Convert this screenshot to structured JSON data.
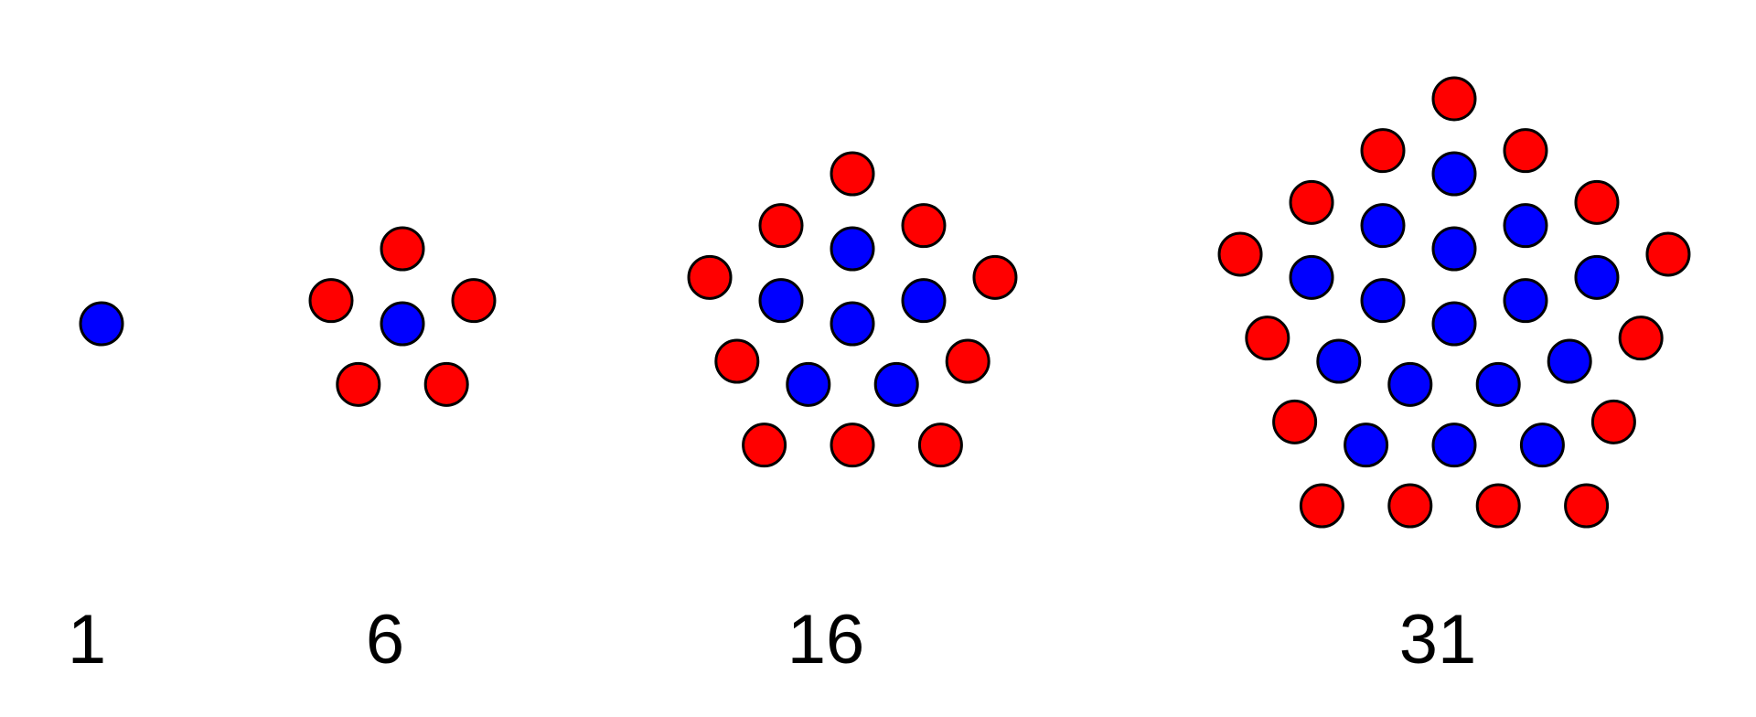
{
  "colors": {
    "outer_dot": "#ff0000",
    "inner_dot": "#0000ff",
    "outline": "#000000",
    "background": "#ffffff"
  },
  "figures": [
    {
      "label": "1",
      "layers": 1
    },
    {
      "label": "6",
      "layers": 2
    },
    {
      "label": "16",
      "layers": 3
    },
    {
      "label": "31",
      "layers": 4
    }
  ]
}
